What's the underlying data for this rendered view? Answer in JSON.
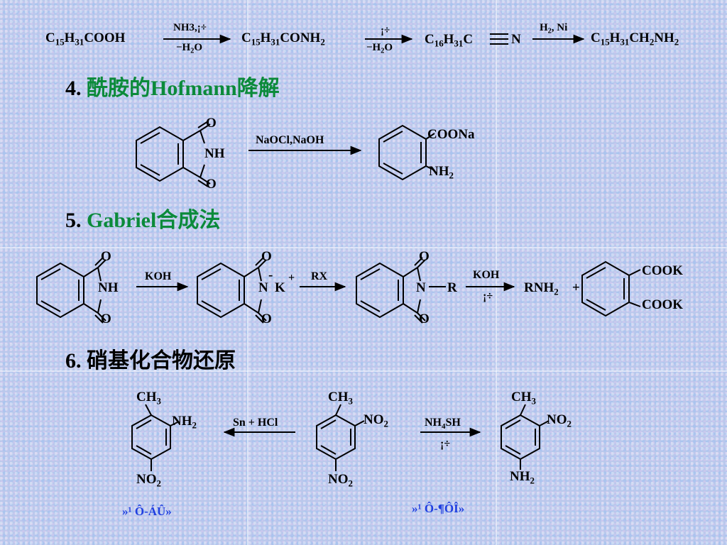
{
  "reaction_row1": {
    "reactant": "C15H31COOH",
    "arrow1_above": "NH3,¡÷",
    "arrow1_below": "−H2O",
    "product1": "C15H31CONH2",
    "arrow2_above": "¡÷",
    "arrow2_below": "−H2O",
    "product2_left": "C16H31C",
    "product2_right": "N",
    "arrow3_above": "H2, Ni",
    "product3": "C15H31CH2NH2"
  },
  "section4": {
    "num": "4.",
    "title_cn": "酰胺的",
    "title_en": "Hofmann",
    "title_cn2": "降解"
  },
  "hofmann": {
    "reactant_labels": {
      "o_top": "O",
      "nh": "NH",
      "o_bottom": "O"
    },
    "reagent": "NaOCl,NaOH",
    "product_labels": {
      "coona": "COONa",
      "nh2": "NH2"
    }
  },
  "section5": {
    "num": "5.",
    "title_en": "Gabriel",
    "title_cn": "合成法"
  },
  "gabriel": {
    "m1": {
      "o_top": "O",
      "nh": "NH",
      "o_bottom": "O"
    },
    "reagent1": "KOH",
    "m2": {
      "o_top": "O",
      "charge": "-",
      "n": "N",
      "k": "K",
      "plus": "+",
      "o_bottom": "O"
    },
    "reagent2": "RX",
    "m3": {
      "o_top": "O",
      "n": "N",
      "r": "R",
      "o_bottom": "O"
    },
    "reagent3_above": "KOH",
    "reagent3_below": "¡÷",
    "product_rnh2": "RNH2",
    "plus": "+",
    "m4": {
      "cook_top": "COOK",
      "cook_bottom": "COOK"
    }
  },
  "section6": {
    "num": "6.",
    "title_cn": "硝基化合物还原"
  },
  "nitro": {
    "left": {
      "ch3": "CH3",
      "nh2": "NH2",
      "no2": "NO2"
    },
    "reagent_left": "Sn + HCl",
    "middle": {
      "ch3": "CH3",
      "no2_top": "NO2",
      "no2_bottom": "NO2"
    },
    "reagent_right_above": "NH4SH",
    "reagent_right_below": "¡÷",
    "right": {
      "ch3": "CH3",
      "no2": "NO2",
      "nh2": "NH2"
    },
    "note_left": "»¹ Ô-ÁÛ»",
    "note_right": "»¹ Ô-¶ÔÎ»"
  },
  "colors": {
    "title_text": "#0b8a3a",
    "note_text": "#1f3fe0",
    "background": "#b9c8ec"
  }
}
